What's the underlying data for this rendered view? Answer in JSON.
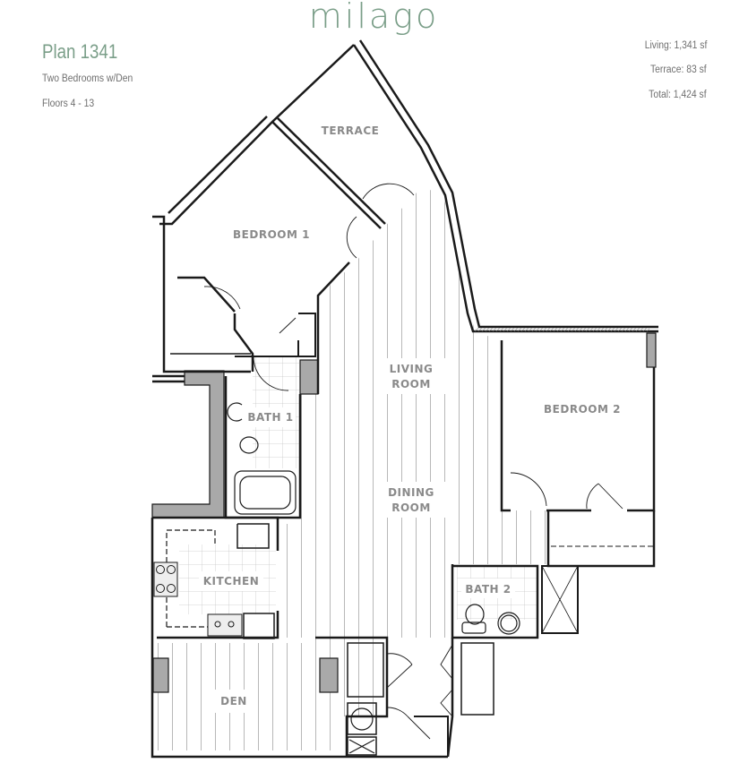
{
  "header": {
    "brand": "milago",
    "plan_title": "Plan 1341",
    "subtitle": "Two Bedrooms w/Den",
    "floors": "Floors 4 - 13"
  },
  "areas": {
    "living": "Living: 1,341 sf",
    "terrace": "Terrace: 83 sf",
    "total": "Total: 1,424 sf"
  },
  "rooms": {
    "terrace": "TERRACE",
    "bedroom1": "BEDROOM 1",
    "living_1": "LIVING",
    "living_2": "ROOM",
    "dining_1": "DINING",
    "dining_2": "ROOM",
    "bedroom2": "BEDROOM 2",
    "bath1": "BATH 1",
    "bath2": "BATH 2",
    "kitchen": "KITCHEN",
    "den": "DEN"
  },
  "colors": {
    "brand": "#7a9e88",
    "wall": "#1a1a1a",
    "label": "#8a8a8a",
    "floor_lines": "#b0b0b0",
    "column_fill": "#a9a9a9"
  }
}
